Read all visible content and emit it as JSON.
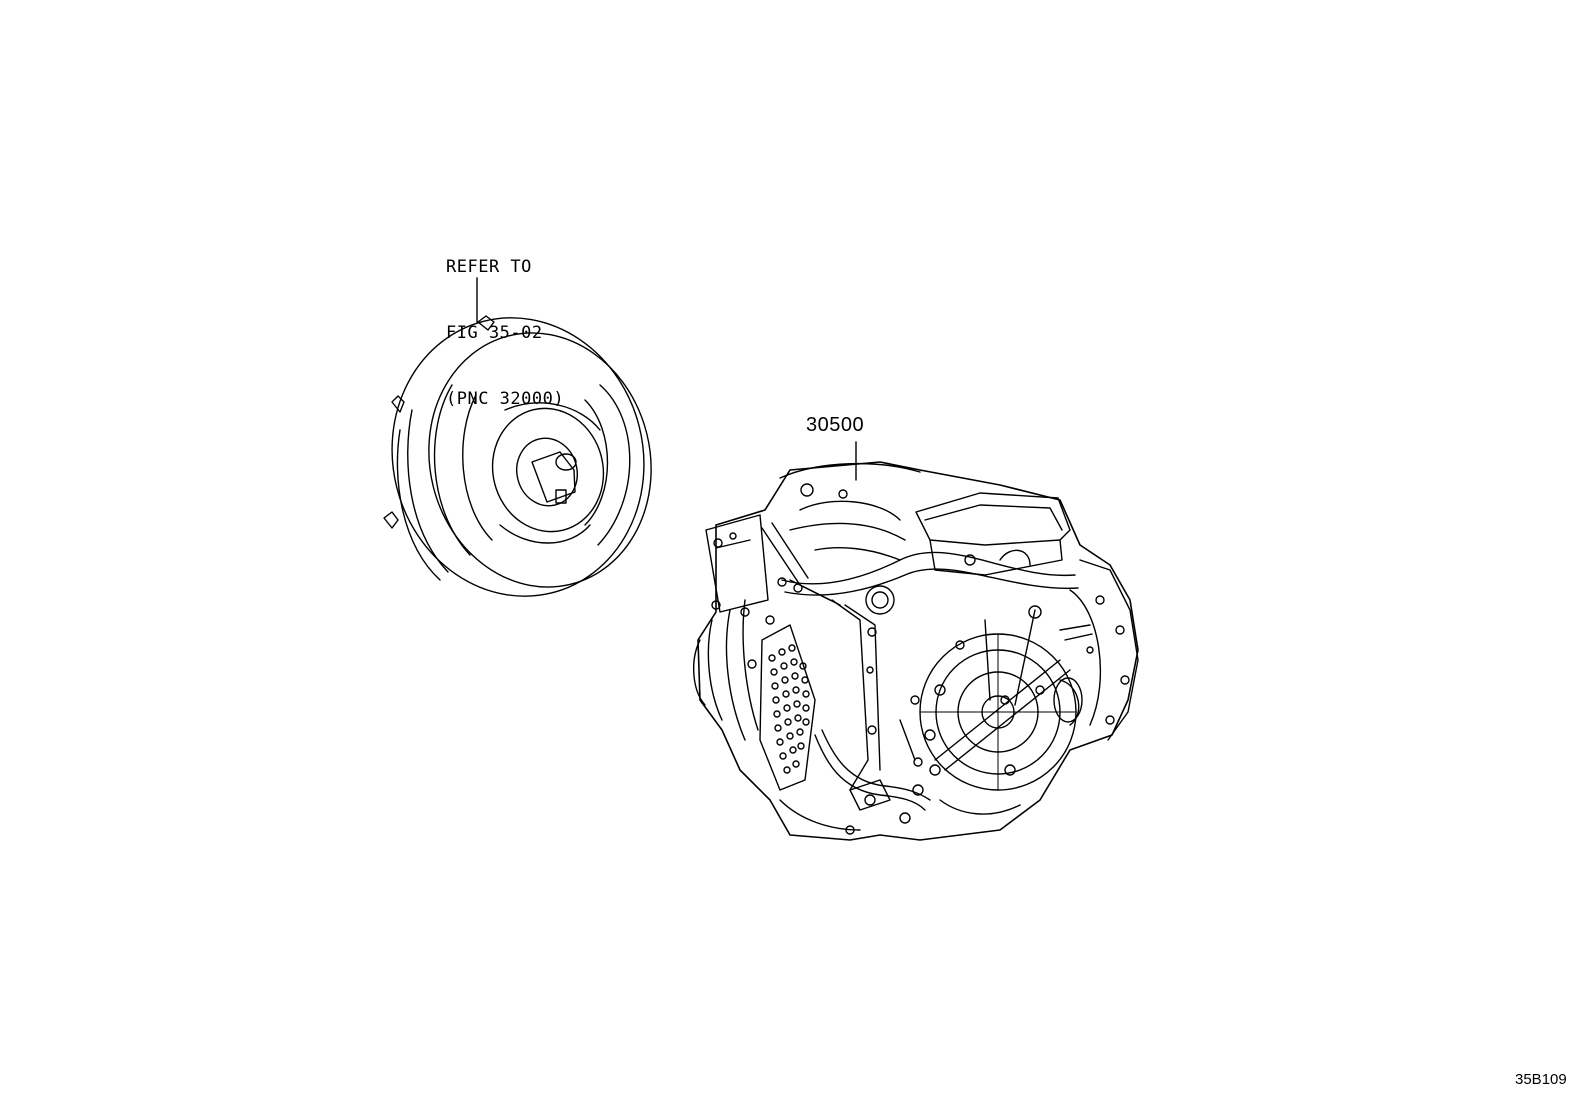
{
  "note": {
    "lines": [
      "REFER TO",
      "FIG 35-02",
      "(PNC 32000)"
    ]
  },
  "parts": {
    "transaxle_label": "30500",
    "torque_converter_ref": "32000"
  },
  "diagram_code": "35B109",
  "icons": {
    "torque_converter": "torque-converter-drawing",
    "transaxle": "transaxle-assembly-drawing"
  },
  "colors": {
    "line": "#000000",
    "background": "#ffffff"
  }
}
